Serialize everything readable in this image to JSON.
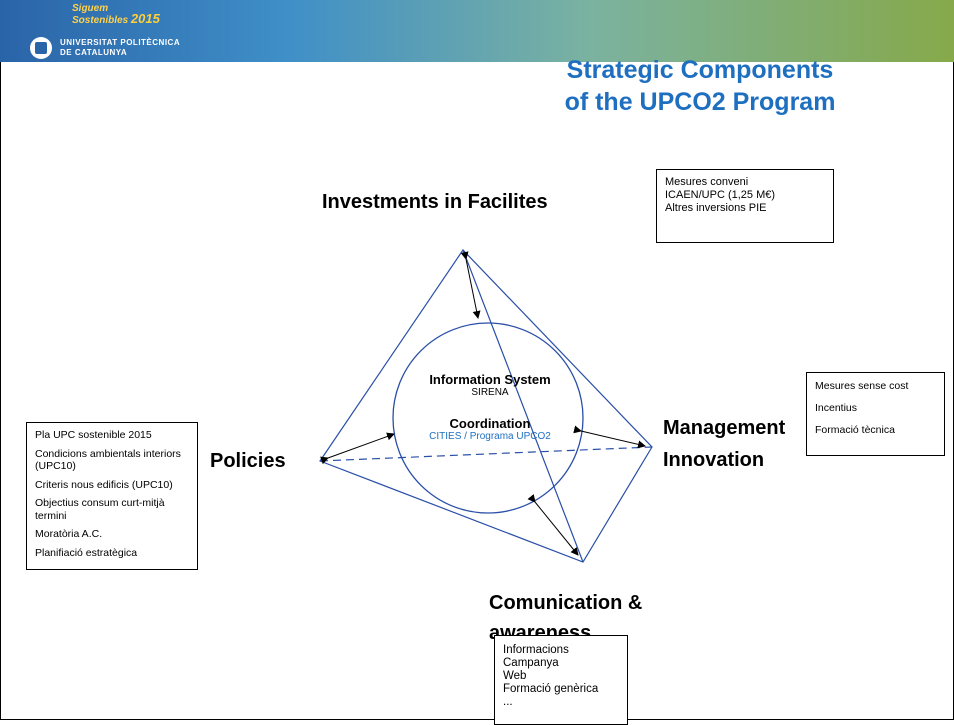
{
  "header": {
    "slogan_line1": "Siguem",
    "slogan_line2": "Sostenibles",
    "slogan_year": "2015",
    "university_line1": "UNIVERSITAT POLITÈCNICA",
    "university_line2": "DE CATALUNYA",
    "brand_color": "#2a64a8"
  },
  "title": {
    "line1": "Strategic Components",
    "line2": "of the UPCO2 Program",
    "color": "#1e6fbf"
  },
  "diagram": {
    "top_label": "Investments in Facilites",
    "left_label": "Policies",
    "right_label_line1": "Management",
    "right_label_line2": "Innovation",
    "bottom_label": "Comunication & awareness",
    "center": {
      "info_system": "Information System",
      "info_system_sub": "SIRENA",
      "coordination": "Coordination",
      "coordination_sub": "CITIES / Programa UPCO2",
      "coordination_sub_color": "#1e6fbf"
    },
    "line_color": "#2a4fa8"
  },
  "boxes": {
    "investments": [
      "Mesures conveni",
      "ICAEN/UPC (1,25 M€)",
      "Altres inversions PIE"
    ],
    "policies": [
      "Pla UPC sostenible 2015",
      "Condicions ambientals interiors (UPC10)",
      "Criteris nous edificis (UPC10)",
      "Objectius consum curt-mitjà termini",
      "Moratòria A.C.",
      "Planifiació estratègica"
    ],
    "management": [
      "Mesures sense cost",
      "Incentius",
      "Formació tècnica"
    ],
    "communication": [
      "Informacions",
      "Campanya",
      "Web",
      "Formació genèrica",
      "..."
    ]
  }
}
